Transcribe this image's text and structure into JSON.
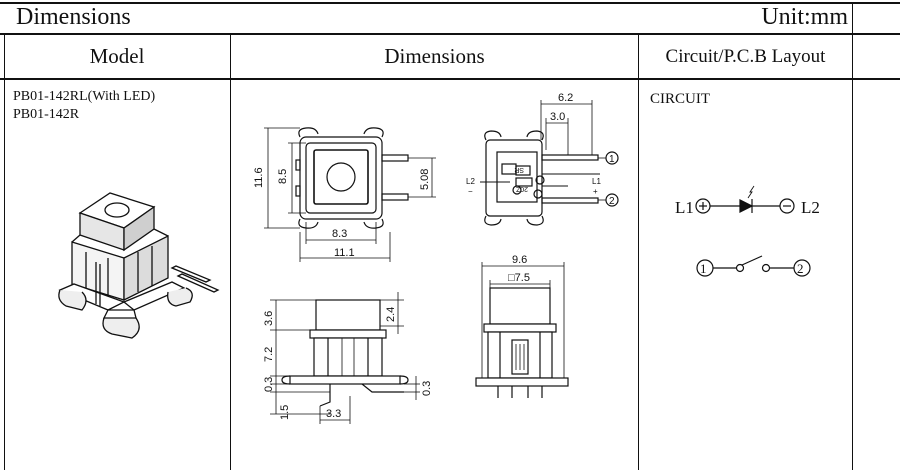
{
  "header": {
    "title": "Dimensions",
    "unit": "Unit:mm"
  },
  "columns": {
    "model": "Model",
    "dimensions": "Dimensions",
    "layout": "Circuit/P.C.B Layout"
  },
  "models": [
    "PB01-142RL(With LED)",
    "PB01-142R"
  ],
  "dimensions": {
    "top_view": {
      "height_outer": "11.6",
      "height_inner": "8.5",
      "width_inner": "8.3",
      "width_outer": "11.1",
      "pin_pitch": "5.08"
    },
    "pcb_view": {
      "overall": "6.2",
      "offset": "3.0",
      "lead_minus": "L2",
      "lead_plus": "L1",
      "sign_minus": "−",
      "sign_plus": "+",
      "pin1": "1",
      "pin2": "2",
      "mark_top": "SR",
      "mark_bottom": "20Z"
    },
    "side_view": {
      "cap_height": "3.6",
      "travel": "2.4",
      "body_height": "7.2",
      "base_thickness": "0.3",
      "pin_offset": "0.3",
      "pin_length": "1.5",
      "pin_width": "3.3"
    },
    "front_view": {
      "width": "9.6",
      "cap_square": "□7.5"
    }
  },
  "circuit": {
    "label": "CIRCUIT",
    "led_left": "L1",
    "led_right": "L2",
    "switch_pin1": "1",
    "switch_pin2": "2"
  }
}
